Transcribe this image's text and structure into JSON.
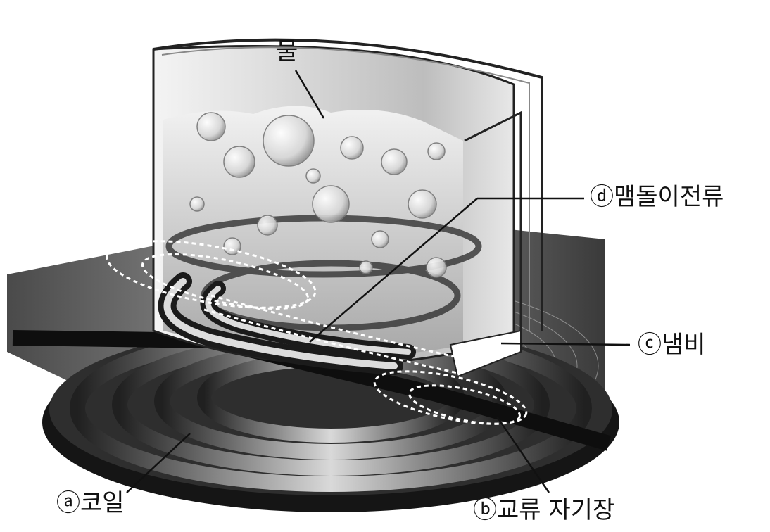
{
  "labels": {
    "water": "물",
    "eddy_current": "ⓓ맴돌이전류",
    "pot": "ⓒ냄비",
    "coil": "ⓐ코일",
    "ac_field": "ⓑ교류 자기장"
  },
  "colors": {
    "background": "#ffffff",
    "line": "#111111",
    "coil_dark": "#2a2a2a",
    "coil_light": "#cfcfcf",
    "field_dash": "#ffffff"
  }
}
